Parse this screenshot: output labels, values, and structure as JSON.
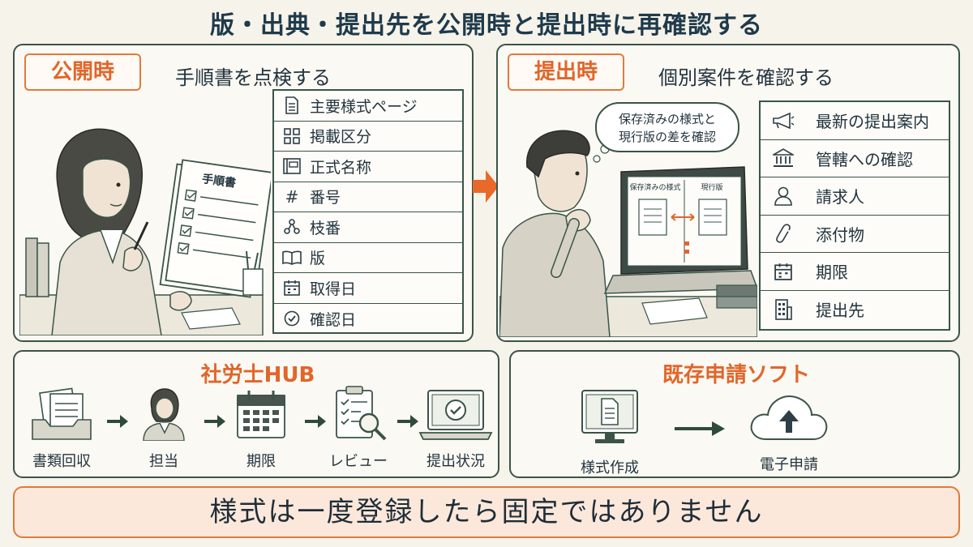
{
  "title": "版・出典・提出先を公開時と提出時に再確認する",
  "publish": {
    "tag": "公開時",
    "subtitle": "手順書を点検する",
    "doc_title": "手順書",
    "items": [
      {
        "icon": "document-icon",
        "label": "主要様式ページ"
      },
      {
        "icon": "grid-icon",
        "label": "掲載区分"
      },
      {
        "icon": "book-title-icon",
        "label": "正式名称"
      },
      {
        "icon": "hash-icon",
        "label": "番号"
      },
      {
        "icon": "branch-icon",
        "label": "枝番"
      },
      {
        "icon": "open-book-icon",
        "label": "版"
      },
      {
        "icon": "calendar-icon",
        "label": "取得日"
      },
      {
        "icon": "check-circle-icon",
        "label": "確認日"
      }
    ]
  },
  "submit": {
    "tag": "提出時",
    "subtitle": "個別案件を確認する",
    "bubble_line1": "保存済みの様式と",
    "bubble_line2": "現行版の差を確認",
    "screen_left": "保存済みの様式",
    "screen_right": "現行版",
    "items": [
      {
        "icon": "megaphone-icon",
        "label": "最新の提出案内"
      },
      {
        "icon": "government-building-icon",
        "label": "管轄への確認"
      },
      {
        "icon": "person-icon",
        "label": "請求人"
      },
      {
        "icon": "paperclip-icon",
        "label": "添付物"
      },
      {
        "icon": "calendar-icon",
        "label": "期限"
      },
      {
        "icon": "office-building-icon",
        "label": "提出先"
      }
    ]
  },
  "hub": {
    "title": "社労士HUB",
    "steps": [
      {
        "icon": "document-tray-icon",
        "label": "書類回収"
      },
      {
        "icon": "person-icon",
        "label": "担当"
      },
      {
        "icon": "calendar-icon",
        "label": "期限"
      },
      {
        "icon": "checklist-magnifier-icon",
        "label": "レビュー"
      },
      {
        "icon": "laptop-check-icon",
        "label": "提出状況"
      }
    ]
  },
  "software": {
    "title": "既存申請ソフト",
    "steps": [
      {
        "icon": "monitor-document-icon",
        "label": "様式作成"
      },
      {
        "icon": "cloud-upload-icon",
        "label": "電子申請"
      }
    ]
  },
  "footer": "様式は一度登録したら固定ではありません",
  "colors": {
    "accent": "#e0662a",
    "line": "#3a5448",
    "footer_bg": "#fbe8db"
  }
}
